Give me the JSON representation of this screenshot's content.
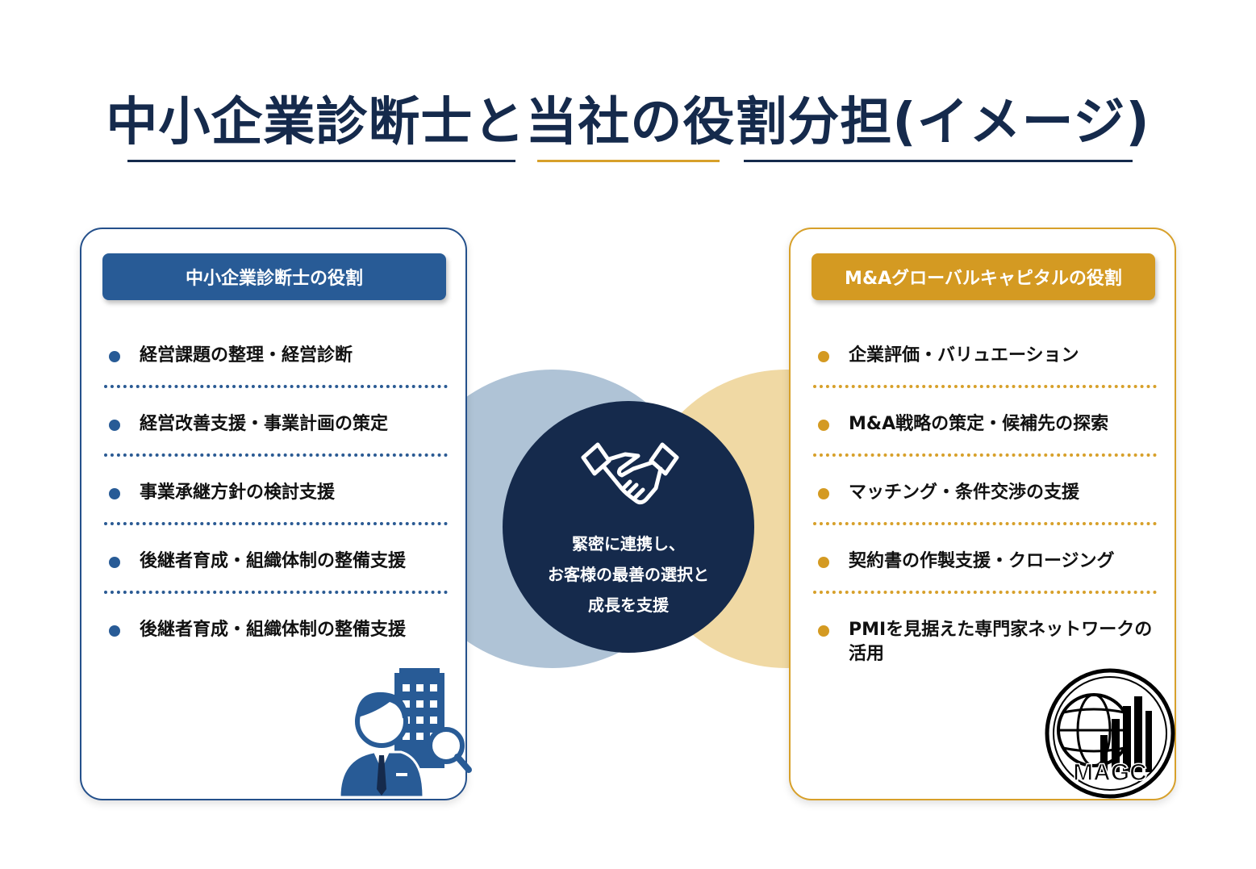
{
  "title": "中小企業診断士と当社の役割分担(イメージ)",
  "left_panel": {
    "header": "中小企業診断士の役割",
    "items": [
      "経営課題の整理・経営診断",
      "経営改善支援・事業計画の策定",
      "事業承継方針の検討支援",
      "後継者育成・組織体制の整備支援",
      "後継者育成・組織体制の整備支援"
    ],
    "illustration_icon": "consultant-building-magnifier-icon"
  },
  "right_panel": {
    "header": "M&Aグローバルキャピタルの役割",
    "items": [
      "企業評価・バリュエーション",
      "M&A戦略の策定・候補先の探索",
      "マッチング・条件交渉の支援",
      "契約書の作製支援・クロージング",
      "PMIを見据えた専門家ネットワークの活用"
    ],
    "logo_text": "MAGC"
  },
  "center": {
    "icon": "handshake-icon",
    "lines": [
      "緊密に連携し、",
      "お客様の最善の選択と",
      "成長を支援"
    ]
  },
  "colors": {
    "navy": "#152a4c",
    "blue": "#285b96",
    "light_blue": "#afc3d6",
    "gold": "#d49a22",
    "light_gold": "#f0d9a4"
  }
}
